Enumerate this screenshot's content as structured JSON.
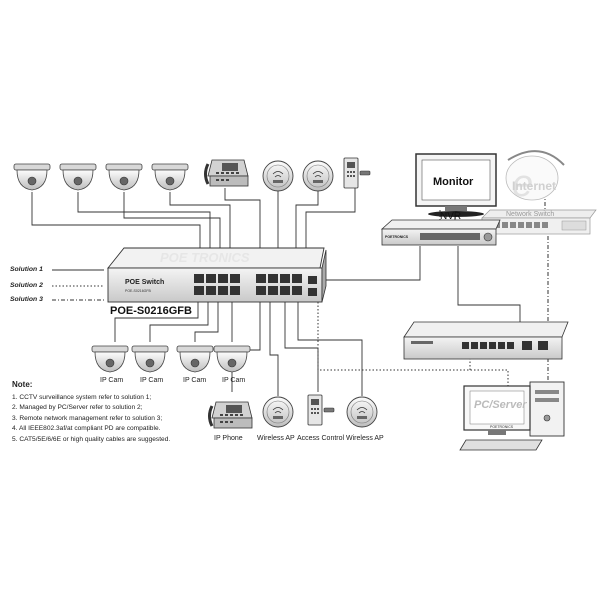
{
  "switch": {
    "name": "POE Switch",
    "model_small": "POE-S0216GFB",
    "model": "POE-S0216GFB",
    "watermark": "POE TRONICS"
  },
  "monitor": {
    "label": "Monitor"
  },
  "internet": {
    "label": "Internet"
  },
  "network_switch": {
    "label": "Network Switch"
  },
  "nvr": {
    "label": "NVR",
    "brand": "POETRONICS"
  },
  "pc": {
    "label": "PC/Server",
    "brand": "POETRONICS"
  },
  "solutions": [
    "Solution 1",
    "Solution 2",
    "Solution 3"
  ],
  "device_labels": {
    "cams": [
      "IP Cam",
      "IP Cam",
      "IP Cam",
      "IP Cam"
    ],
    "phone": "IP Phone",
    "ap1": "Wireless AP",
    "access": "Access Control",
    "ap2": "Wireless AP"
  },
  "notes": {
    "title": "Note:",
    "items": [
      "1. CCTV surveillance system refer to solution 1;",
      "2. Managed by PC/Server refer to solution 2;",
      "3. Remote network management refer to solution 3;",
      "4. All IEEE802.3af/at compliant PD are compatible.",
      "5. CAT5/5E/6/6E or high quality cables are suggested."
    ]
  },
  "colors": {
    "line": "#333333",
    "device": "#e8e8e8",
    "dark": "#2a2a2a"
  }
}
